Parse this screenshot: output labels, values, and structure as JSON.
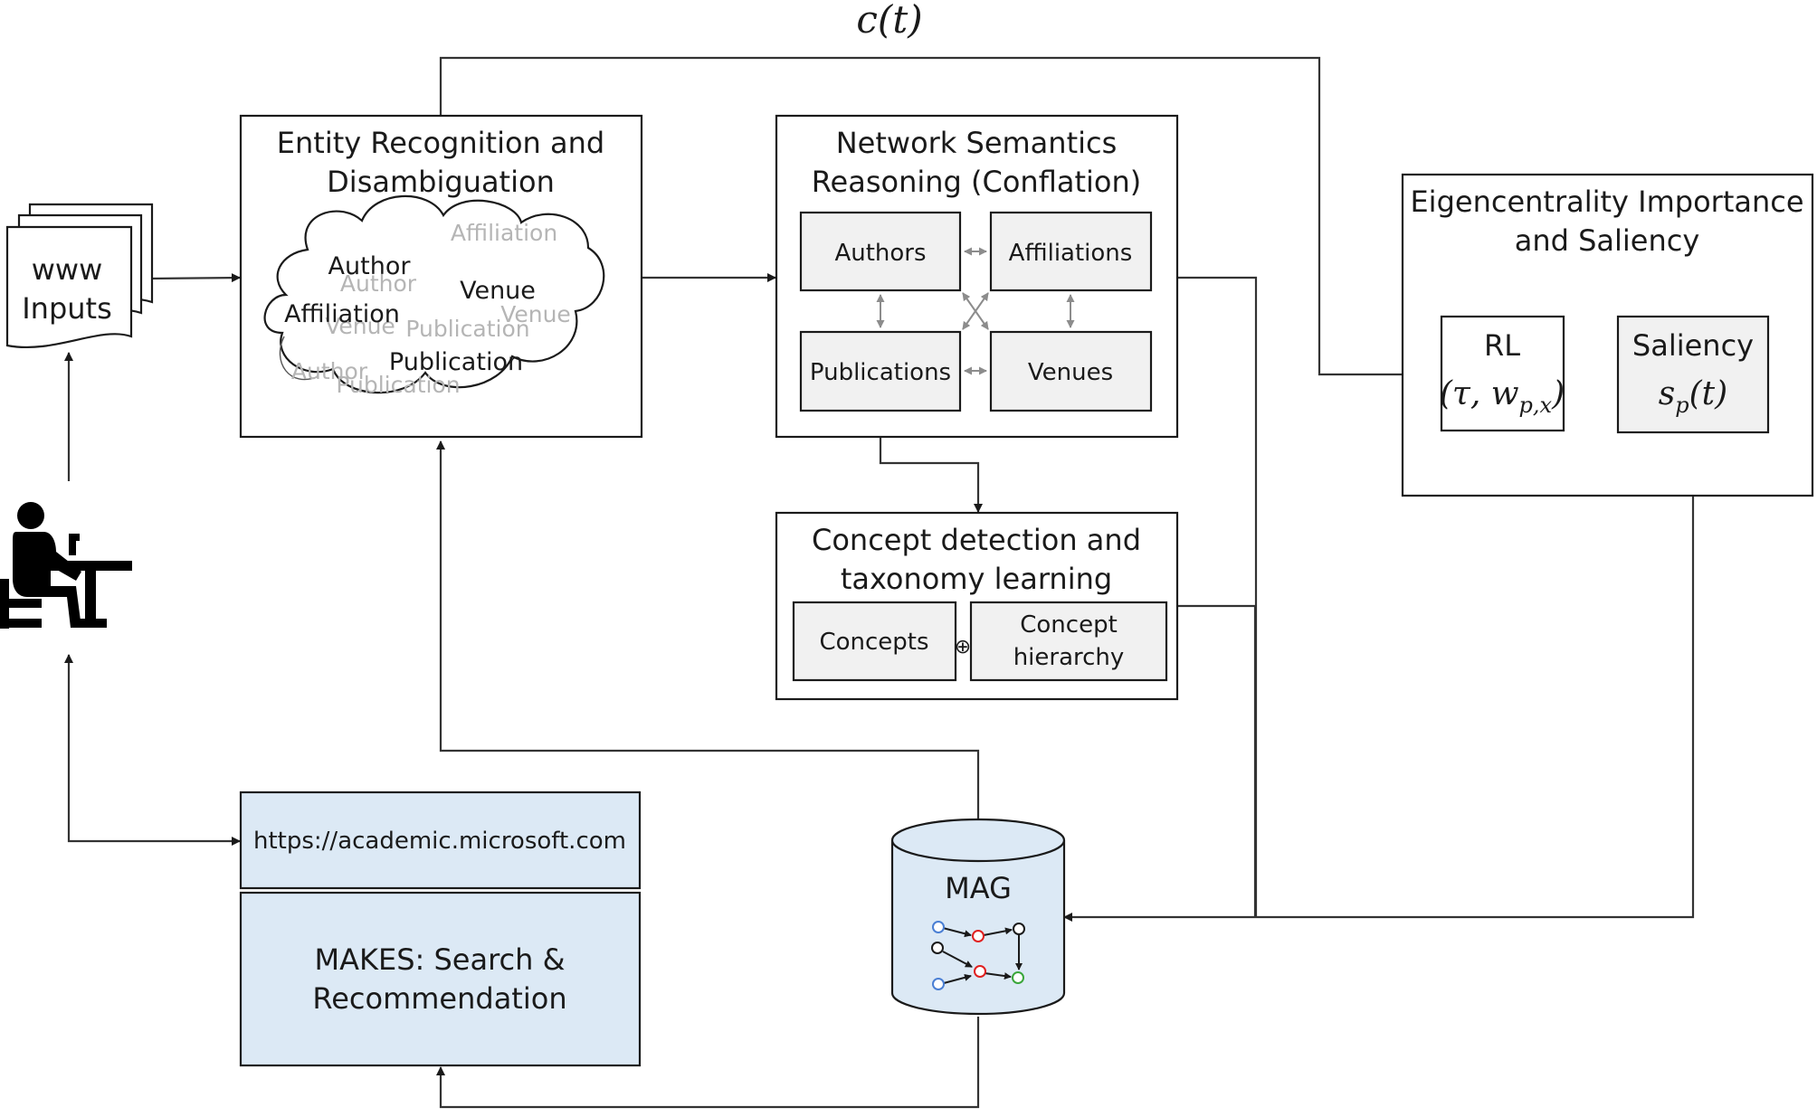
{
  "top_label": "c(t)",
  "entity_recognition": {
    "title_line1": "Entity Recognition and",
    "title_line2": "Disambiguation",
    "cloud_words": [
      "Author",
      "Venue",
      "Affiliation",
      "Publication"
    ],
    "cloud_ghost_words": [
      "Affiliation",
      "Author",
      "Venue",
      "Publication",
      "Venue",
      "Author",
      "Publication"
    ]
  },
  "network_semantics": {
    "title_line1": "Network Semantics",
    "title_line2": "Reasoning (Conflation)",
    "authors": "Authors",
    "affiliations": "Affiliations",
    "publications": "Publications",
    "venues": "Venues"
  },
  "concept_detection": {
    "title_line1": "Concept detection and",
    "title_line2": "taxonomy learning",
    "concepts": "Concepts",
    "operator": "⊕",
    "hierarchy_line1": "Concept",
    "hierarchy_line2": "hierarchy"
  },
  "eigencentrality": {
    "title_line1": "Eigencentrality Importance",
    "title_line2": "and Saliency",
    "rl_label": "RL",
    "rl_formula": "(τ, w_{p,x})",
    "saliency_label": "Saliency",
    "saliency_formula": "s_p(t)"
  },
  "inputs": {
    "line1": "www",
    "line2": "Inputs"
  },
  "mag": {
    "label": "MAG"
  },
  "website": {
    "url": "https://academic.microsoft.com"
  },
  "makes": {
    "line1": "MAKES: Search &",
    "line2": "Recommendation"
  },
  "colors": {
    "stroke": "#1a1a1a",
    "gray_box": "#f1f1f1",
    "blue_box": "#dce9f5",
    "ghost_text": "#b5b5b5",
    "node_blue": "#4a7fd4",
    "node_red": "#e02020",
    "node_green": "#3aa63a"
  },
  "icons": [
    "document-stack-icon",
    "person-at-desk-icon",
    "database-cylinder-icon",
    "graph-icon",
    "cloud-shape"
  ]
}
